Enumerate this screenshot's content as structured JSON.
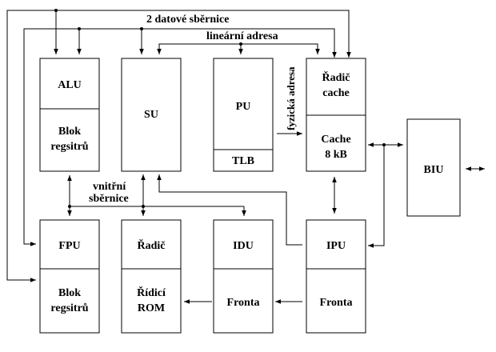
{
  "diagram": {
    "blocks": {
      "alu": {
        "title": "ALU",
        "lower_line1": "Blok",
        "lower_line2": "regsitrů"
      },
      "su": {
        "title": "SU"
      },
      "pu": {
        "title": "PU",
        "tlb": "TLB"
      },
      "cache_ctrl": {
        "line1": "Řadič",
        "line2": "cache",
        "cache_line1": "Cache",
        "cache_line2": "8 kB"
      },
      "biu": {
        "title": "BIU"
      },
      "fpu": {
        "title": "FPU",
        "lower_line1": "Blok",
        "lower_line2": "regsitrů"
      },
      "ctrl": {
        "title": "Řadič",
        "lower_line1": "Řídicí",
        "lower_line2": "ROM"
      },
      "idu": {
        "title": "IDU",
        "lower": "Fronta"
      },
      "ipu": {
        "title": "IPU",
        "lower": "Fronta"
      }
    },
    "labels": {
      "data_buses": "2 datové sběrnice",
      "linear_address": "lineární adresa",
      "physical_address": "fyzická adresa",
      "internal_bus_line1": "vnitřní",
      "internal_bus_line2": "sběrnice"
    }
  }
}
